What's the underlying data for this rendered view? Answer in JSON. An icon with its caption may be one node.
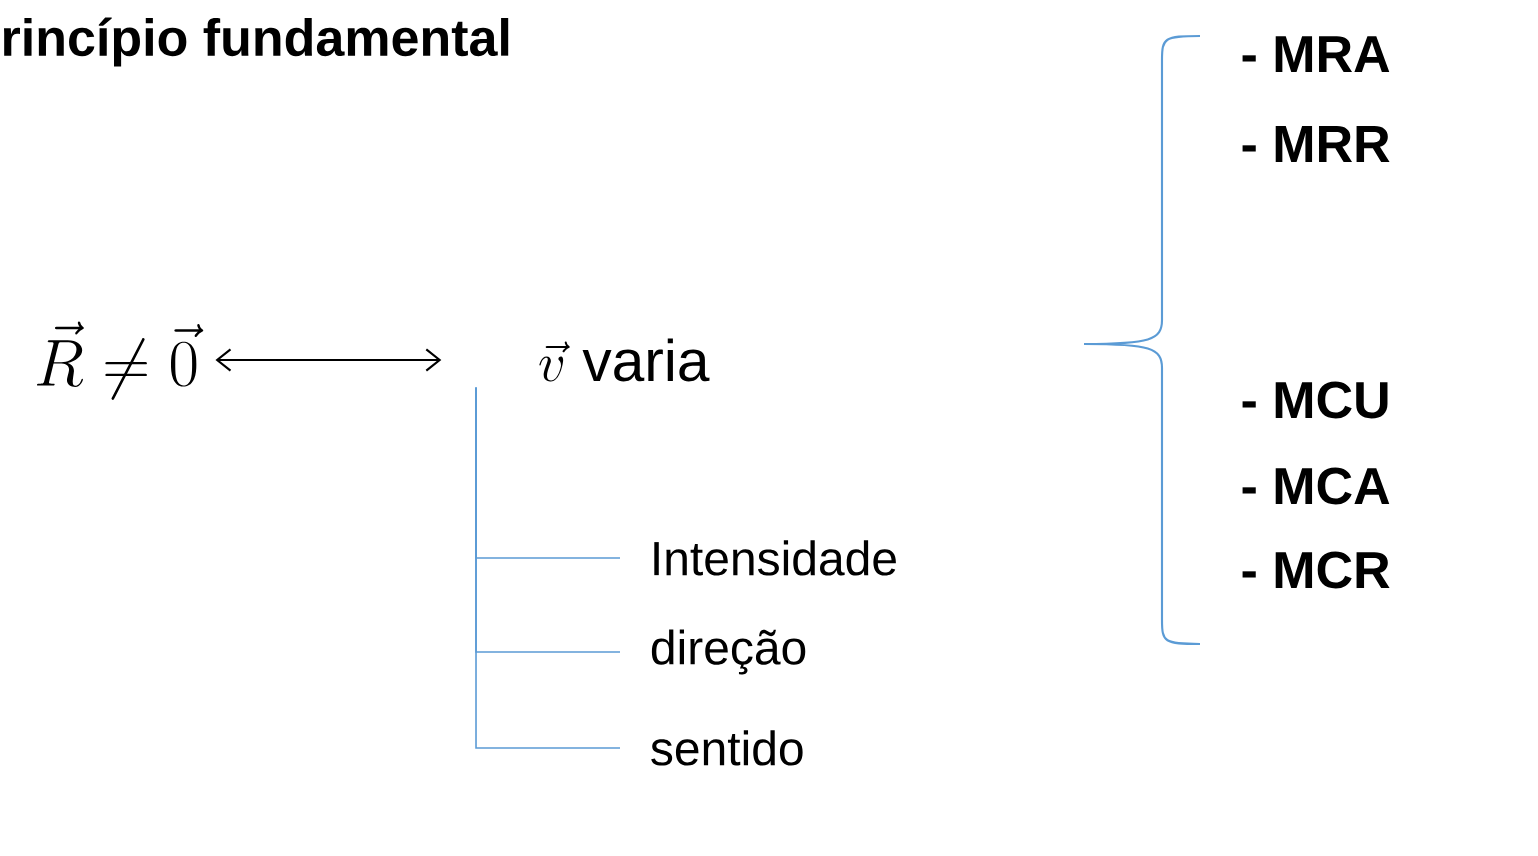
{
  "diagram": {
    "title": "rincípio fundamental",
    "nodes": [
      {
        "text": [
          "\\vec{R} \\neq \\vec{0}"
        ]
      },
      {
        "text": [
          "\\vec{v}\\ \\text{varia}"
        ]
      },
      {
        "text": [
          "Intensidade"
        ]
      },
      {
        "text": [
          "direção"
        ]
      },
      {
        "text": [
          "sentido"
        ]
      }
    ],
    "edges": [
      {
        "from": 0,
        "to": 1,
        "arrow": "both",
        "color": "#000000"
      },
      {
        "from": 1,
        "to": 2,
        "arrow": "none",
        "color": "#5b9bd5"
      },
      {
        "from": 1,
        "to": 3,
        "arrow": "none",
        "color": "#5b9bd5"
      },
      {
        "from": 1,
        "to": 4,
        "arrow": "none",
        "color": "#5b9bd5"
      }
    ],
    "labels": [
      "- MRA",
      "- MRR",
      "- MCU",
      "- MCA",
      "- MCR"
    ]
  }
}
